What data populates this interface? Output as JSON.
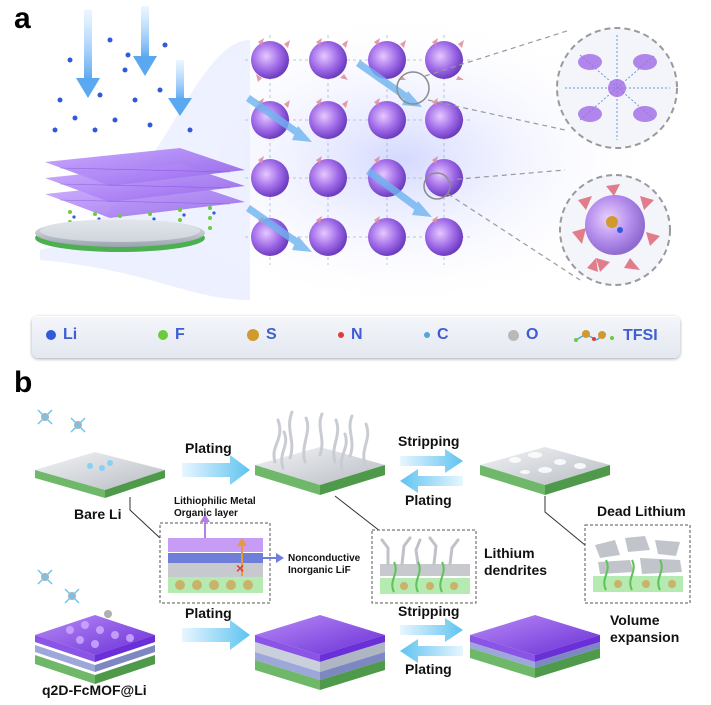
{
  "panel_a": {
    "letter": "a",
    "legend": [
      {
        "label": "Li",
        "color": "#2f5ad8"
      },
      {
        "label": "F",
        "color": "#6ccb3c"
      },
      {
        "label": "S",
        "color": "#d19a2c"
      },
      {
        "label": "N",
        "color": "#e23a3a"
      },
      {
        "label": "C",
        "color": "#52a6d8"
      },
      {
        "label": "O",
        "color": "#b9b9b9"
      },
      {
        "label": "TFSI",
        "color": "#3d5fd1"
      }
    ]
  },
  "panel_b": {
    "letter": "b",
    "bare_li_label": "Bare Li",
    "mof_label": "q2D-FcMOF@Li",
    "plating_top": "Plating",
    "stripping_top": "Stripping",
    "plating_return_top": "Plating",
    "plating_bottom": "Plating",
    "stripping_bottom": "Stripping",
    "plating_return_bottom": "Plating",
    "dead_lithium": "Dead Lithium",
    "lithium_dendrites": "Lithium\ndendrites",
    "volume_expansion": "Volume\nexpansion",
    "lithiophilic_layer": "Lithiophilic Metal\nOrganic layer",
    "nonconductive_layer": "Nonconductive\nInorganic LiF"
  }
}
